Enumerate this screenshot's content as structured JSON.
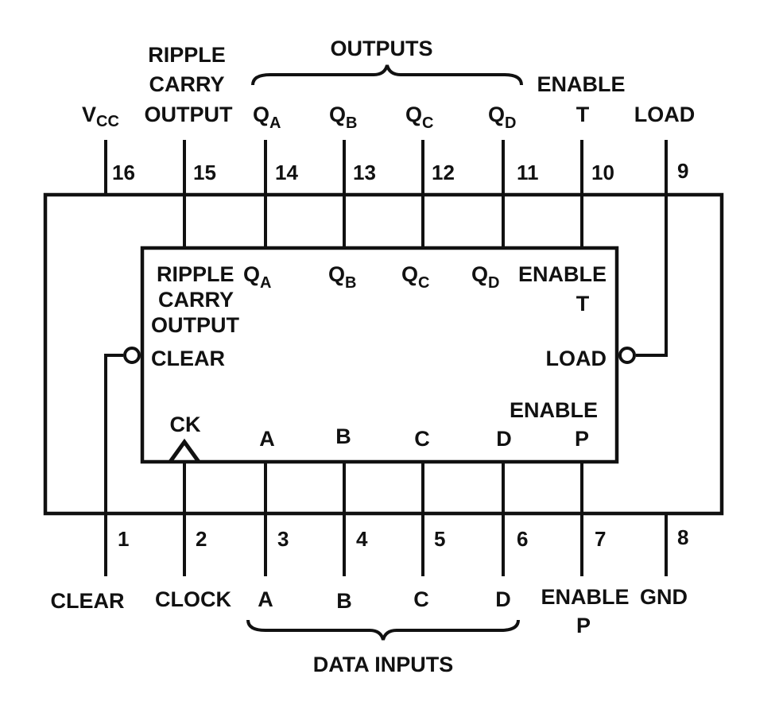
{
  "colors": {
    "ink": "#111111",
    "background": "#ffffff"
  },
  "headers": {
    "outputs": "OUTPUTS",
    "data_inputs": "DATA INPUTS"
  },
  "top_labels": {
    "vcc": "V",
    "vcc_sub": "CC",
    "ripple_1": "RIPPLE",
    "ripple_2": "CARRY",
    "ripple_3": "OUTPUT",
    "q": "Q",
    "sub_a": "A",
    "sub_b": "B",
    "sub_c": "C",
    "sub_d": "D",
    "enable": "ENABLE",
    "t": "T",
    "load": "LOAD"
  },
  "top_pins": [
    "16",
    "15",
    "14",
    "13",
    "12",
    "11",
    "10",
    "9"
  ],
  "bottom_pins": [
    "1",
    "2",
    "3",
    "4",
    "5",
    "6",
    "7",
    "8"
  ],
  "inner_labels": {
    "ripple_1": "RIPPLE",
    "ripple_2": "CARRY",
    "ripple_3": "OUTPUT",
    "q": "Q",
    "sub_a": "A",
    "sub_b": "B",
    "sub_c": "C",
    "sub_d": "D",
    "enable_t_1": "ENABLE",
    "enable_t_2": "T",
    "clear": "CLEAR",
    "load": "LOAD",
    "enable_p_1": "ENABLE",
    "ck": "CK",
    "in_a": "A",
    "in_b": "B",
    "in_c": "C",
    "in_d": "D",
    "in_p": "P"
  },
  "bottom_labels": {
    "clear": "CLEAR",
    "clock": "CLOCK",
    "a": "A",
    "b": "B",
    "c": "C",
    "d": "D",
    "enable_1": "ENABLE",
    "enable_2": "P",
    "gnd": "GND"
  }
}
